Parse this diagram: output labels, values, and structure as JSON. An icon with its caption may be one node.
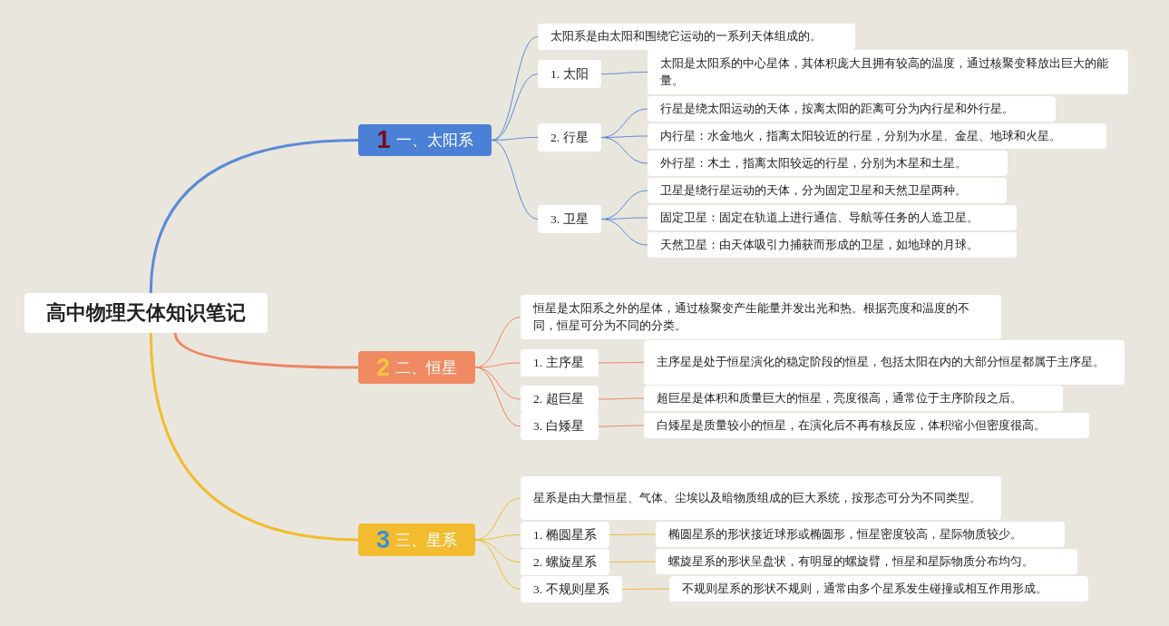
{
  "diagram": {
    "nodes": [
      {
        "text": [
          "高中物理天体知识笔记"
        ]
      },
      {
        "text": [
          "1",
          "一、太阳系"
        ]
      },
      {
        "text": [
          "太阳系是由太阳和围绕它运动的一系列天体组成的。"
        ]
      },
      {
        "text": [
          "1. 太阳"
        ]
      },
      {
        "text": [
          "太阳是太阳系的中心星体，其体积庞大且拥有较高的温度，通过核聚变释放出巨大的能量。"
        ]
      },
      {
        "text": [
          "2. 行星"
        ]
      },
      {
        "text": [
          "行星是绕太阳运动的天体，按离太阳的距离可分为内行星和外行星。"
        ]
      },
      {
        "text": [
          "内行星：水金地火，指离太阳较近的行星，分别为水星、金星、地球和火星。"
        ]
      },
      {
        "text": [
          "外行星：木土，指离太阳较远的行星，分别为木星和土星。"
        ]
      },
      {
        "text": [
          "3. 卫星"
        ]
      },
      {
        "text": [
          "卫星是绕行星运动的天体，分为固定卫星和天然卫星两种。"
        ]
      },
      {
        "text": [
          "固定卫星：固定在轨道上进行通信、导航等任务的人造卫星。"
        ]
      },
      {
        "text": [
          "天然卫星：由天体吸引力捕获而形成的卫星，如地球的月球。"
        ]
      },
      {
        "text": [
          "2",
          "二、恒星"
        ]
      },
      {
        "text": [
          "恒星是太阳系之外的星体，通过核聚变产生能量并发出光和热。根据亮度和温度的不同，恒星可分为不同的分类。"
        ]
      },
      {
        "text": [
          "1. 主序星"
        ]
      },
      {
        "text": [
          "主序星是处于恒星演化的稳定阶段的恒星，包括太阳在内的大部分恒星都属于主序星。"
        ]
      },
      {
        "text": [
          "2. 超巨星"
        ]
      },
      {
        "text": [
          "超巨星是体积和质量巨大的恒星，亮度很高，通常位于主序阶段之后。"
        ]
      },
      {
        "text": [
          "3. 白矮星"
        ]
      },
      {
        "text": [
          "白矮星是质量较小的恒星，在演化后不再有核反应，体积缩小但密度很高。"
        ]
      },
      {
        "text": [
          "3",
          "三、星系"
        ]
      },
      {
        "text": [
          "星系是由大量恒星、气体、尘埃以及暗物质组成的巨大系统，按形态可分为不同类型。"
        ]
      },
      {
        "text": [
          "1. 椭圆星系"
        ]
      },
      {
        "text": [
          "椭圆星系的形状接近球形或椭圆形，恒星密度较高，星际物质较少。"
        ]
      },
      {
        "text": [
          "2. 螺旋星系"
        ]
      },
      {
        "text": [
          "螺旋星系的形状呈盘状，有明显的螺旋臂，恒星和星际物质分布均匀。"
        ]
      },
      {
        "text": [
          "3. 不规则星系"
        ]
      },
      {
        "text": [
          "不规则星系的形状不规则，通常由多个星系发生碰撞或相互作用形成。"
        ]
      }
    ],
    "edges": [
      {
        "from": 0,
        "to": 1,
        "arrow": "none",
        "style": "thick"
      },
      {
        "from": 1,
        "to": 2,
        "arrow": "none"
      },
      {
        "from": 1,
        "to": 3,
        "arrow": "none"
      },
      {
        "from": 1,
        "to": 5,
        "arrow": "none"
      },
      {
        "from": 1,
        "to": 9,
        "arrow": "none"
      },
      {
        "from": 3,
        "to": 4,
        "arrow": "none"
      },
      {
        "from": 5,
        "to": 6,
        "arrow": "none"
      },
      {
        "from": 5,
        "to": 7,
        "arrow": "none"
      },
      {
        "from": 5,
        "to": 8,
        "arrow": "none"
      },
      {
        "from": 9,
        "to": 10,
        "arrow": "none"
      },
      {
        "from": 9,
        "to": 11,
        "arrow": "none"
      },
      {
        "from": 9,
        "to": 12,
        "arrow": "none"
      },
      {
        "from": 0,
        "to": 13,
        "arrow": "none",
        "style": "thick",
        "color": "#ee8462"
      },
      {
        "from": 13,
        "to": 14,
        "arrow": "none",
        "color": "#ee8462"
      },
      {
        "from": 13,
        "to": 15,
        "arrow": "none",
        "color": "#ee8462"
      },
      {
        "from": 13,
        "to": 17,
        "arrow": "none",
        "color": "#ee8462"
      },
      {
        "from": 13,
        "to": 19,
        "arrow": "none",
        "color": "#ee8462"
      },
      {
        "from": 15,
        "to": 16,
        "arrow": "none",
        "color": "#ee8462"
      },
      {
        "from": 17,
        "to": 18,
        "arrow": "none",
        "color": "#ee8462"
      },
      {
        "from": 19,
        "to": 20,
        "arrow": "none",
        "color": "#ee8462"
      },
      {
        "from": 0,
        "to": 21,
        "arrow": "none",
        "style": "thick",
        "color": "#f1bd2f"
      },
      {
        "from": 21,
        "to": 22,
        "arrow": "none",
        "color": "#f1bd2f"
      },
      {
        "from": 21,
        "to": 23,
        "arrow": "none",
        "color": "#f1bd2f"
      },
      {
        "from": 21,
        "to": 25,
        "arrow": "none",
        "color": "#f1bd2f"
      },
      {
        "from": 21,
        "to": 27,
        "arrow": "none",
        "color": "#f1bd2f"
      },
      {
        "from": 23,
        "to": 24,
        "arrow": "none",
        "color": "#f1bd2f"
      },
      {
        "from": 25,
        "to": 26,
        "arrow": "none",
        "color": "#f1bd2f"
      },
      {
        "from": 27,
        "to": 28,
        "arrow": "none",
        "color": "#f1bd2f"
      }
    ]
  }
}
